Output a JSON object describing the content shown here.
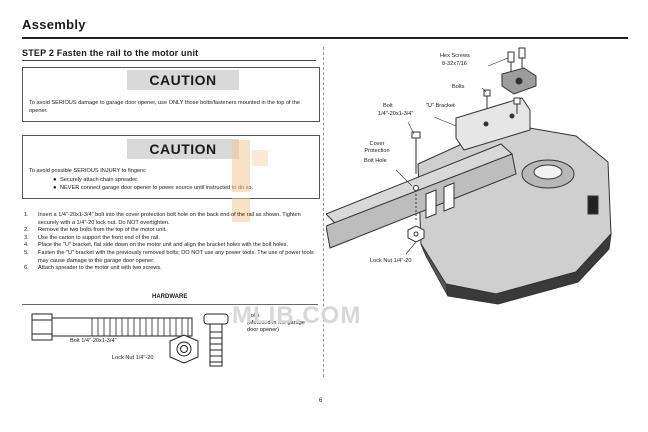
{
  "header": {
    "section_title": "Assembly"
  },
  "step": {
    "title": "STEP 2 Fasten the rail to the motor unit"
  },
  "caution1": {
    "heading": "CAUTION",
    "text": "To avoid SERIOUS damage to garage door opener, use ONLY those bolts/fasteners mounted in the top of the opener."
  },
  "caution2": {
    "heading": "CAUTION",
    "intro": "To avoid possible SERIOUS INJURY to fingers:",
    "bullets": [
      "Securely attach chain spreader.",
      "NEVER connect garage door opener to power source until instructed to do so."
    ]
  },
  "instructions": [
    {
      "num": "1.",
      "text": "Insert a 1/4\"-20x1-3/4\" bolt into the cover protection bolt hole on the back end of the rail as shown. Tighten securely with a 1/4\"-20 lock nut. Do NOT overtighten."
    },
    {
      "num": "2.",
      "text": "Remove the two bolts from the top of the motor unit."
    },
    {
      "num": "3.",
      "text": "Use the carton to support the front end of the rail."
    },
    {
      "num": "4.",
      "text": "Place the \"U\" bracket, flat side down on the motor unit and align the bracket holes with the bolt holes."
    },
    {
      "num": "5.",
      "text": "Fasten the \"U\" bracket with the previously removed bolts; DO NOT use any power tools. The use of power tools may cause damage to the garage door opener."
    },
    {
      "num": "6.",
      "text": "Attach spreader to the motor unit with two screws."
    }
  ],
  "hardware": {
    "label": "HARDWARE",
    "bolt_label": "Bolt 1/4\"-20x1-3/4\"",
    "locknut_label": "Lock Nut 1/4\"-20",
    "bolts_label": "Bolts",
    "bolts_note": "(Mounted in the garage door opener)"
  },
  "diagram": {
    "hex_screws": "Hex Screws",
    "hex_screws_size": "8-32x7/16",
    "bolts": "Bolts",
    "bolt": "Bolt",
    "bolt_size": "1/4\"-20x1-3/4\"",
    "u_bracket": "\"U\" Bracket",
    "cover_protection": "Cover Protection",
    "bolt_hole": "Bolt Hole",
    "lock_nut": "Lock Nut 1/4\"-20"
  },
  "watermark": "MLIB.COM",
  "page_number": "6",
  "colors": {
    "caution_band": "#d9d9d9",
    "watermark": "#f3c893",
    "ink": "#1a1a1a"
  }
}
